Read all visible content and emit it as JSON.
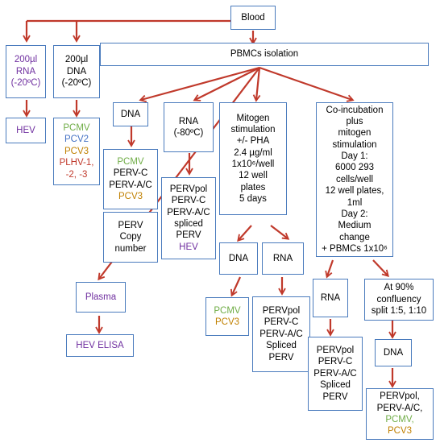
{
  "colors": {
    "arrow": "#c0392b",
    "border": "#4a7bbd",
    "black": "#000000",
    "purple": "#7030a0",
    "green": "#70ad47",
    "blue": "#4472c4",
    "orange": "#c08000"
  },
  "nodes": {
    "blood": {
      "lines": [
        {
          "text": "Blood",
          "color": "black"
        }
      ]
    },
    "pbmc": {
      "lines": [
        {
          "text": "PBMCs isolation",
          "color": "black"
        }
      ]
    },
    "rna200": {
      "lines": [
        {
          "text": "200µl",
          "color": "purple"
        },
        {
          "text": "RNA",
          "color": "purple"
        },
        {
          "text": "(-20ºC)",
          "color": "purple"
        }
      ]
    },
    "dna200": {
      "lines": [
        {
          "text": "200µl",
          "color": "black"
        },
        {
          "text": "DNA",
          "color": "black"
        },
        {
          "text": "(-20ºC)",
          "color": "black"
        }
      ]
    },
    "hev": {
      "lines": [
        {
          "text": "HEV",
          "color": "purple"
        }
      ]
    },
    "viruses": {
      "lines": [
        {
          "text": "PCMV",
          "color": "green"
        },
        {
          "text": "PCV2",
          "color": "blue"
        },
        {
          "text": "PCV3",
          "color": "orange"
        },
        {
          "text": "PLHV-1,",
          "color": "red"
        },
        {
          "text": "-2, -3",
          "color": "red"
        }
      ]
    },
    "dna_a": {
      "lines": [
        {
          "text": "DNA",
          "color": "black"
        }
      ]
    },
    "rna80": {
      "lines": [
        {
          "text": "RNA",
          "color": "black"
        },
        {
          "text": "(-80ºC)",
          "color": "black"
        }
      ]
    },
    "mitogen": {
      "lines": [
        {
          "text": "Mitogen",
          "color": "black"
        },
        {
          "text": "stimulation",
          "color": "black"
        },
        {
          "text": "+/- PHA",
          "color": "black"
        },
        {
          "text": "2.4 µg/ml",
          "color": "black"
        },
        {
          "text": "1x10⁶/well",
          "color": "black"
        },
        {
          "text": "12 well",
          "color": "black"
        },
        {
          "text": "plates",
          "color": "black"
        },
        {
          "text": "5 days",
          "color": "black"
        }
      ]
    },
    "cocub": {
      "lines": [
        {
          "text": "Co-incubation",
          "color": "black"
        },
        {
          "text": "plus",
          "color": "black"
        },
        {
          "text": "mitogen",
          "color": "black"
        },
        {
          "text": "stimulation",
          "color": "black"
        },
        {
          "text": "Day 1:",
          "color": "black"
        },
        {
          "text": "6000 293",
          "color": "black"
        },
        {
          "text": "cells/well",
          "color": "black"
        },
        {
          "text": "12 well plates,",
          "color": "black"
        },
        {
          "text": "1ml",
          "color": "black"
        },
        {
          "text": "Day  2:",
          "color": "black"
        },
        {
          "text": "Medium",
          "color": "black"
        },
        {
          "text": "change",
          "color": "black"
        },
        {
          "text": "+ PBMCs 1x10⁶",
          "color": "black"
        }
      ]
    },
    "pcmv_perv": {
      "lines": [
        {
          "text": "PCMV",
          "color": "green"
        },
        {
          "text": "PERV-C",
          "color": "black"
        },
        {
          "text": "PERV-A/C",
          "color": "black"
        },
        {
          "text": "PCV3",
          "color": "orange"
        }
      ]
    },
    "pervcopy": {
      "lines": [
        {
          "text": "PERV",
          "color": "black"
        },
        {
          "text": "Copy",
          "color": "black"
        },
        {
          "text": "number",
          "color": "black"
        }
      ]
    },
    "pervpol1": {
      "lines": [
        {
          "text": "PERVpol",
          "color": "black"
        },
        {
          "text": "PERV-C",
          "color": "black"
        },
        {
          "text": "PERV-A/C",
          "color": "black"
        },
        {
          "text": "spliced",
          "color": "black"
        },
        {
          "text": "PERV",
          "color": "black"
        },
        {
          "text": "HEV",
          "color": "purple"
        }
      ]
    },
    "plasma": {
      "lines": [
        {
          "text": "Plasma",
          "color": "purple"
        }
      ]
    },
    "hevelisa": {
      "lines": [
        {
          "text": "HEV ELISA",
          "color": "purple"
        }
      ]
    },
    "dna_m": {
      "lines": [
        {
          "text": "DNA",
          "color": "black"
        }
      ]
    },
    "rna_m": {
      "lines": [
        {
          "text": "RNA",
          "color": "black"
        }
      ]
    },
    "pcmv_pcv3": {
      "lines": [
        {
          "text": "PCMV",
          "color": "green"
        },
        {
          "text": "PCV3",
          "color": "orange"
        }
      ]
    },
    "pervpol2": {
      "lines": [
        {
          "text": "PERVpol",
          "color": "black"
        },
        {
          "text": "PERV-C",
          "color": "black"
        },
        {
          "text": "PERV-A/C",
          "color": "black"
        },
        {
          "text": "Spliced",
          "color": "black"
        },
        {
          "text": "PERV",
          "color": "black"
        }
      ]
    },
    "rna_c": {
      "lines": [
        {
          "text": "RNA",
          "color": "black"
        }
      ]
    },
    "split": {
      "lines": [
        {
          "text": "At 90%",
          "color": "black"
        },
        {
          "text": "confluency",
          "color": "black"
        },
        {
          "text": "split 1:5, 1:10",
          "color": "black"
        }
      ]
    },
    "pervpol3": {
      "lines": [
        {
          "text": "PERVpol",
          "color": "black"
        },
        {
          "text": "PERV-C",
          "color": "black"
        },
        {
          "text": "PERV-A/C",
          "color": "black"
        },
        {
          "text": "Spliced",
          "color": "black"
        },
        {
          "text": "PERV",
          "color": "black"
        }
      ]
    },
    "dna_c": {
      "lines": [
        {
          "text": "DNA",
          "color": "black"
        }
      ]
    },
    "final": {
      "lines": [
        {
          "text": "PERVpol,",
          "color": "black"
        },
        {
          "text": "PERV-A/C,",
          "color": "black"
        },
        {
          "text": "PCMV,",
          "color": "green"
        },
        {
          "text": "PCV3",
          "color": "orange"
        }
      ]
    }
  }
}
